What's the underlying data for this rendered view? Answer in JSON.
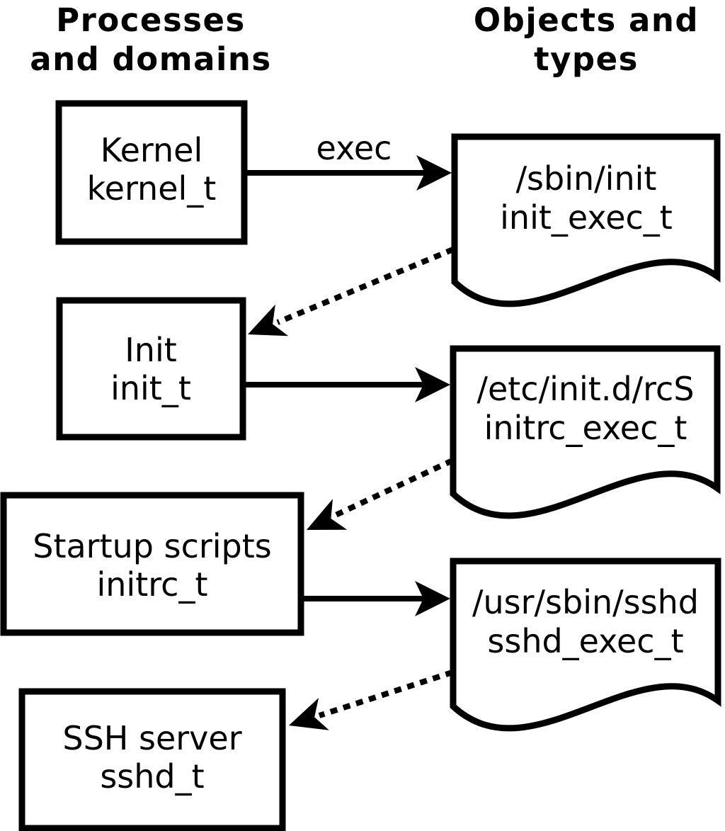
{
  "headers": {
    "left": {
      "line1": "Processes",
      "line2": "and domains"
    },
    "right": {
      "line1": "Objects and",
      "line2": "types"
    }
  },
  "processes": [
    {
      "label": "Kernel",
      "type": "kernel_t"
    },
    {
      "label": "Init",
      "type": "init_t"
    },
    {
      "label": "Startup scripts",
      "type": "initrc_t"
    },
    {
      "label": "SSH server",
      "type": "sshd_t"
    }
  ],
  "objects": [
    {
      "path": "/sbin/init",
      "type": "init_exec_t"
    },
    {
      "path": "/etc/init.d/rcS",
      "type": "initrc_exec_t"
    },
    {
      "path": "/usr/sbin/sshd",
      "type": "sshd_exec_t"
    }
  ],
  "edges": [
    {
      "from": "Kernel (kernel_t)",
      "to": "/sbin/init (init_exec_t)",
      "style": "solid",
      "label": "exec"
    },
    {
      "from": "Init (init_t)",
      "to": "/etc/init.d/rcS (initrc_exec_t)",
      "style": "solid",
      "label": ""
    },
    {
      "from": "Startup scripts (initrc_t)",
      "to": "/usr/sbin/sshd (sshd_exec_t)",
      "style": "solid",
      "label": ""
    },
    {
      "from": "/sbin/init (init_exec_t)",
      "to": "Init (init_t)",
      "style": "dotted",
      "label": ""
    },
    {
      "from": "/etc/init.d/rcS (initrc_exec_t)",
      "to": "Startup scripts (initrc_t)",
      "style": "dotted",
      "label": ""
    },
    {
      "from": "/usr/sbin/sshd (sshd_exec_t)",
      "to": "SSH server (sshd_t)",
      "style": "dotted",
      "label": ""
    }
  ],
  "colors": {
    "foreground": "#000000",
    "background": "#ffffff"
  }
}
